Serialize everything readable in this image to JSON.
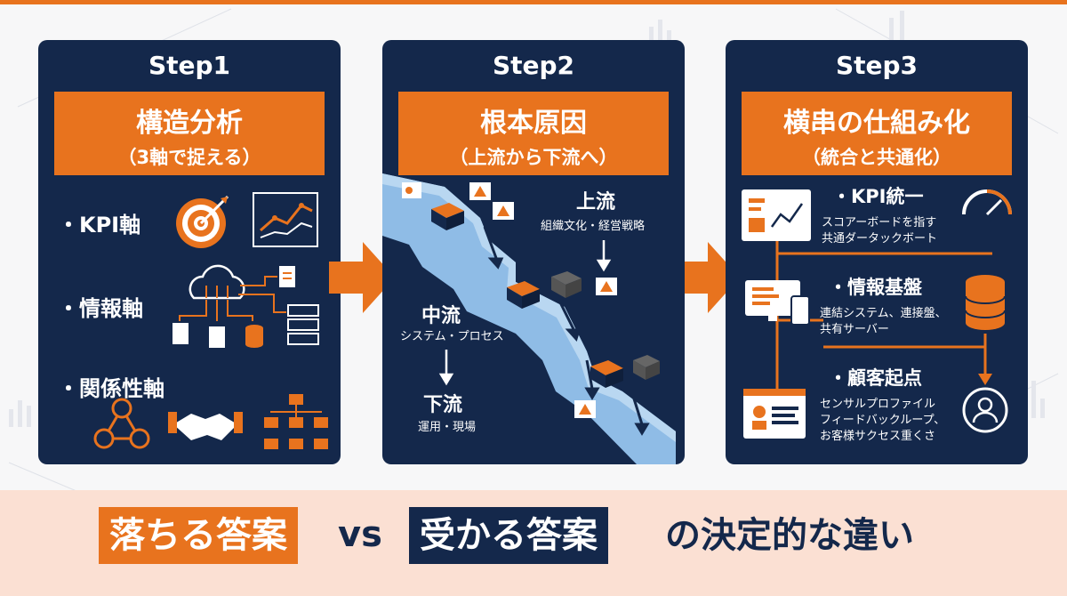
{
  "steps": [
    {
      "step": "Step1",
      "title": "構造分析",
      "subtitle": "（3軸で捉える）",
      "axes": [
        "・KPI軸",
        "・情報軸",
        "・関係性軸"
      ]
    },
    {
      "step": "Step2",
      "title": "根本原因",
      "subtitle": "（上流から下流へ）",
      "upstream": {
        "label": "上流",
        "desc": "組織文化・経営戦略"
      },
      "midstream": {
        "label": "中流",
        "desc": "システム・プロセス"
      },
      "downstream": {
        "label": "下流",
        "desc": "運用・現場"
      }
    },
    {
      "step": "Step3",
      "title": "横串の仕組み化",
      "subtitle": "（統合と共通化）",
      "items": [
        {
          "label": "・KPI統一",
          "lines": [
            "スコアーボードを指す",
            "共通ダータックボート"
          ]
        },
        {
          "label": "・情報基盤",
          "lines": [
            "連結システム、連接盤、",
            "共有サーバー"
          ]
        },
        {
          "label": "・顧客起点",
          "lines": [
            "センサルプロファイル",
            "フィードバックループ、",
            "お客様サクセス重くさ"
          ]
        }
      ]
    }
  ],
  "footer": {
    "fail": "落ちる答案",
    "vs": "vs",
    "pass": "受かる答案",
    "tail": "の決定的な違い"
  },
  "colors": {
    "navy": "#14284b",
    "orange": "#e8731e",
    "light_blue": "#8fbce6",
    "peach": "#fbe0d3"
  },
  "icons": [
    "target-icon",
    "line-chart-icon",
    "cloud-icon",
    "document-icon",
    "database-icon",
    "server-icon",
    "network-icon",
    "handshake-icon",
    "org-chart-icon",
    "warning-icon",
    "box-icon",
    "dashboard-icon",
    "gauge-icon",
    "monitor-icon",
    "phone-icon",
    "profile-card-icon",
    "user-icon"
  ]
}
